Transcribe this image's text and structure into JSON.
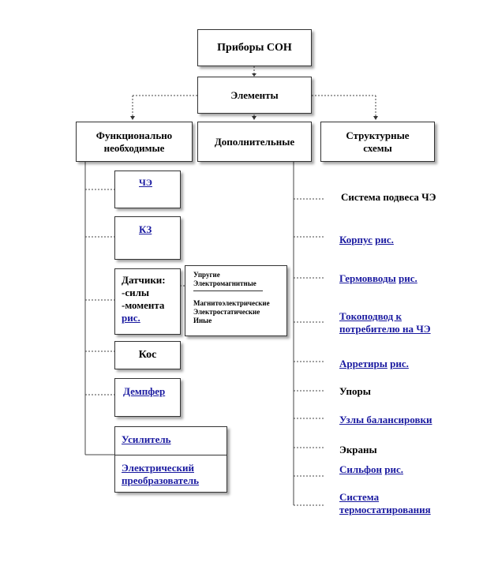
{
  "top": "Приборы СОН",
  "elements": "Элементы",
  "categories": {
    "functional": "Функционально необходимые",
    "additional": "Дополнительные",
    "structural": "Структурные схемы"
  },
  "functional_items": {
    "che": "ЧЭ",
    "kz": "КЗ",
    "sensors_line1": "Датчики:",
    "sensors_line2": "-силы",
    "sensors_line3": "-момента",
    "sensors_link": "рис.",
    "kos": "Кос",
    "damper": "Демпфер",
    "amplifier": "Усилитель",
    "converter": "Электрический преобразователь"
  },
  "sensor_types": {
    "line1": "Упругие",
    "line2": "Электромагнитные",
    "line3": "Магнитоэлектрические",
    "line4": "Электростатические",
    "line5": "Иные"
  },
  "additional_items": {
    "suspension": "Система подвеса ЧЭ",
    "body_text": "Корпус",
    "body_link": "рис.",
    "hermo_text": "Гермовводы",
    "hermo_link": "рис.",
    "fuel": "Токоподвод к потребителю на ЧЭ",
    "arret_text": "Арретиры",
    "arret_link": "рис.",
    "stops": "Упоры",
    "balancing": "Узлы балансировки",
    "screens": "Экраны",
    "bellows_text": "Сильфон",
    "bellows_link": "рис.",
    "thermo": "Система термостатирования"
  }
}
